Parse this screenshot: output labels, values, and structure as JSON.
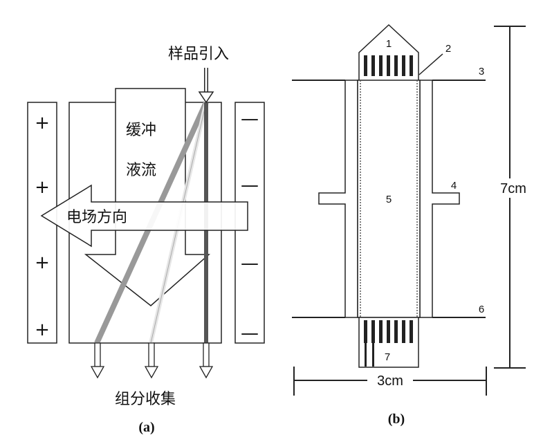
{
  "panel_a": {
    "sample_in": "样品引入",
    "buffer_line1": "缓冲",
    "buffer_line2": "液流",
    "field_dir": "电场方向",
    "collect": "组分收集",
    "plus": "+",
    "minus": "—",
    "caption": "(a)"
  },
  "panel_b": {
    "labels": [
      "1",
      "2",
      "3",
      "4",
      "5",
      "6",
      "7"
    ],
    "height_dim": "7cm",
    "width_dim": "3cm",
    "caption": "(b)"
  },
  "colors": {
    "ink": "#222222",
    "dark_band": "#555555",
    "mid_band": "#999999",
    "light_band": "#dddddd"
  }
}
